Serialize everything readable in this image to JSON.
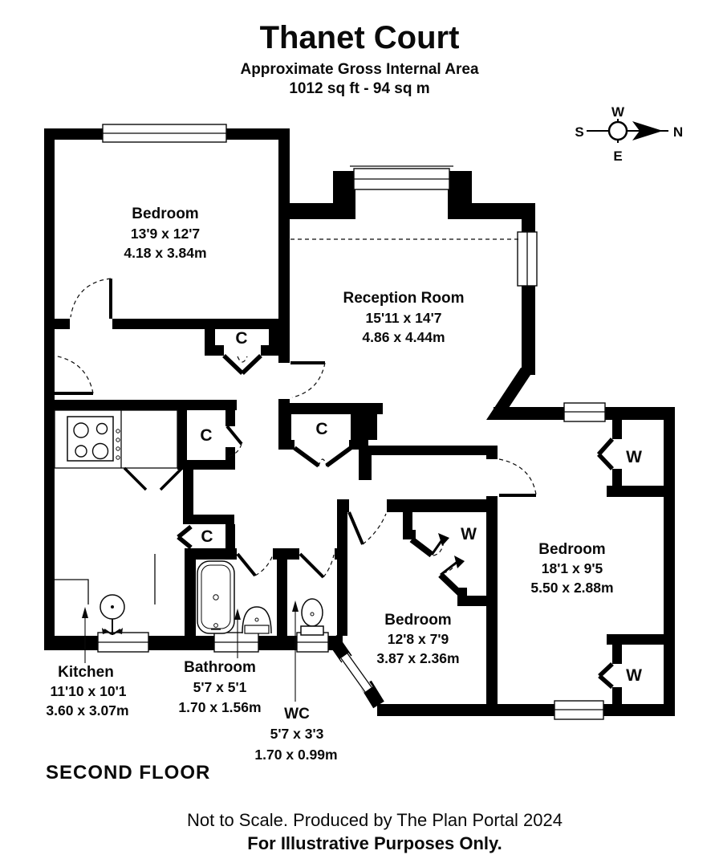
{
  "header": {
    "title": "Thanet Court",
    "subtitle1": "Approximate Gross Internal Area",
    "subtitle2": "1012 sq ft - 94 sq m"
  },
  "compass": {
    "n": "N",
    "s": "S",
    "e": "E",
    "w": "W"
  },
  "rooms": [
    {
      "id": "bedroom1",
      "name": "Bedroom",
      "imperial": "13'9 x 12'7",
      "metric": "4.18 x 3.84m"
    },
    {
      "id": "reception",
      "name": "Reception Room",
      "imperial": "15'11 x 14'7",
      "metric": "4.86 x 4.44m"
    },
    {
      "id": "bedroom2",
      "name": "Bedroom",
      "imperial": "18'1 x 9'5",
      "metric": "5.50 x 2.88m"
    },
    {
      "id": "bedroom3",
      "name": "Bedroom",
      "imperial": "12'8 x 7'9",
      "metric": "3.87 x 2.36m"
    },
    {
      "id": "kitchen",
      "name": "Kitchen",
      "imperial": "11'10 x 10'1",
      "metric": "3.60 x 3.07m"
    },
    {
      "id": "bathroom",
      "name": "Bathroom",
      "imperial": "5'7 x 5'1",
      "metric": "1.70 x 1.56m"
    },
    {
      "id": "wc",
      "name": "WC",
      "imperial": "5'7 x 3'3",
      "metric": "1.70 x 0.99m"
    }
  ],
  "labels": {
    "closet": "C",
    "wardrobe": "W",
    "floor": "SECOND FLOOR"
  },
  "footer": {
    "line1": "Not to Scale. Produced by The Plan Portal 2024",
    "line2": "For Illustrative Purposes Only."
  },
  "colors": {
    "wall": "#000000",
    "text": "#0a0a0a",
    "background": "#ffffff"
  }
}
